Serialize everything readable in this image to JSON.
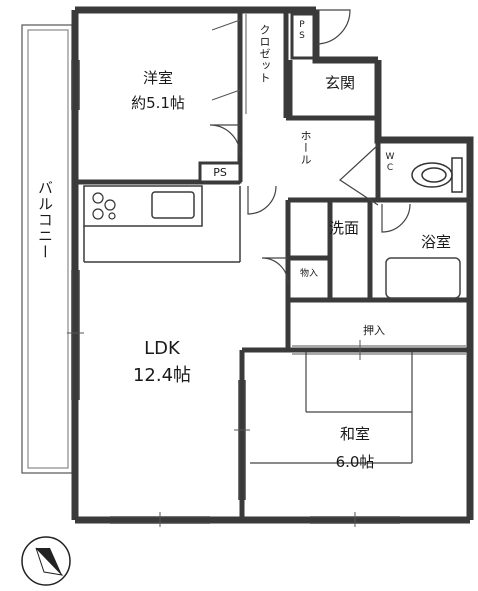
{
  "rooms": {
    "western": {
      "name": "洋室",
      "size": "約5.1帖"
    },
    "closet": "クロゼット",
    "ps_top": "PS",
    "entrance": "玄関",
    "hall": "ホール",
    "ps_mid": "PS",
    "wc": "WC",
    "washroom": "洗面",
    "bath": "浴室",
    "storage": "物入",
    "balcony": "バルコニー",
    "ldk": {
      "name": "LDK",
      "size": "12.4帖"
    },
    "oshiire": "押入",
    "japanese": {
      "name": "和室",
      "size": "6.0帖"
    }
  },
  "compass": {
    "label": "N"
  }
}
